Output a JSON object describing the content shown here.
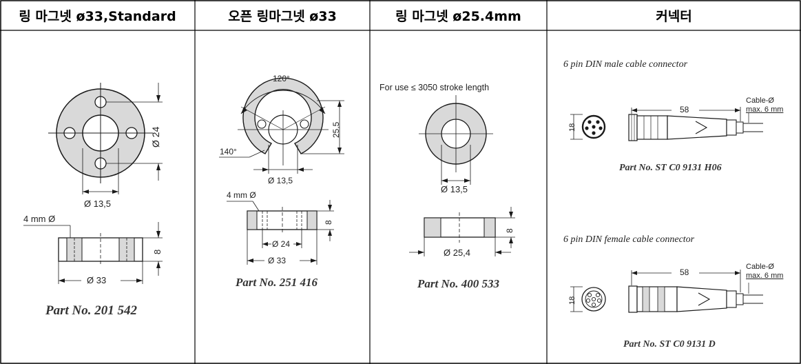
{
  "headers": {
    "col1": "링 마그넷 ø33,Standard",
    "col2": "오픈 링마그넷 ø33",
    "col3": "링 마그넷 ø25.4mm",
    "col4": "커넥터"
  },
  "ring_standard": {
    "dia_24": "Ø 24",
    "dia_13_5": "Ø 13,5",
    "hole_4mm": "4 mm Ø",
    "height_8": "8",
    "dia_33": "Ø 33",
    "part_no": "Part No. 201 542"
  },
  "open_ring": {
    "angle_120": "120°",
    "angle_140": "140°",
    "dim_25_5": "25,5",
    "dia_13_5": "Ø 13,5",
    "hole_4mm": "4 mm Ø",
    "height_8": "8",
    "dia_24": "Ø 24",
    "dia_33": "Ø 33",
    "part_no": "Part No. 251 416"
  },
  "ring_25_4": {
    "usage_note": "For use ≤ 3050 stroke length",
    "dia_13_5": "Ø 13,5",
    "height_8": "8",
    "dia_25_4": "Ø 25,4",
    "part_no": "Part No. 400 533"
  },
  "connectors": {
    "male": {
      "title": "6 pin DIN male cable connector",
      "length": "58",
      "cable_label": "Cable-Ø",
      "cable_max": "max. 6 mm",
      "dia": "18",
      "part_no": "Part No. ST C0 9131 H06"
    },
    "female": {
      "title": "6 pin DIN female cable connector",
      "length": "58",
      "cable_label": "Cable-Ø",
      "cable_max": "max. 6 mm",
      "dia": "18",
      "part_no": "Part No. ST C0 9131 D"
    }
  },
  "colors": {
    "fill_grey": "#d9d9d9",
    "line": "#1a1a1a",
    "border": "#000000"
  }
}
